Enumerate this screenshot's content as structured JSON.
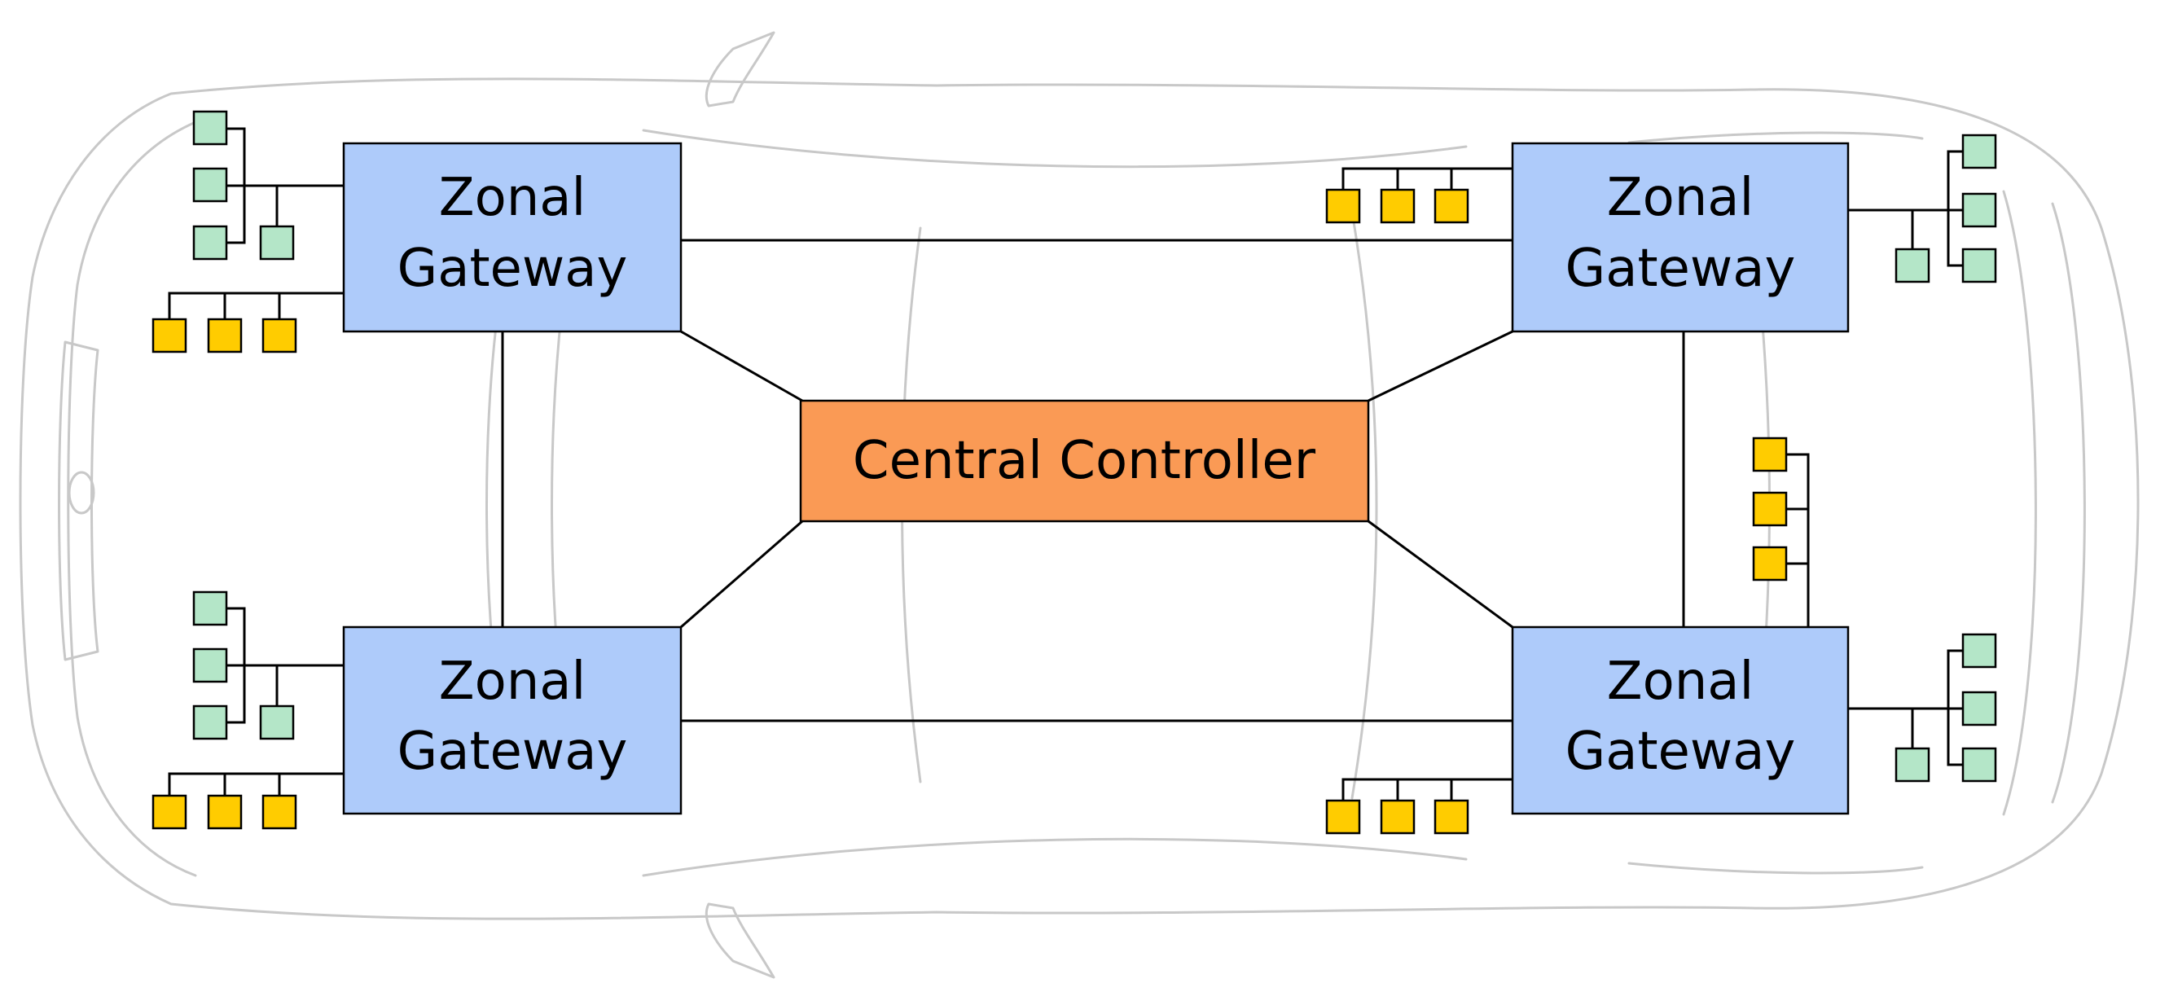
{
  "colors": {
    "gateway_fill": "#aecbfa",
    "controller_fill": "#fa9a55",
    "sensor_fill": "#b4e6c8",
    "actuator_fill": "#ffcc00",
    "car_outline": "#c8c8c8"
  },
  "central_controller": {
    "label": "Central Controller"
  },
  "gateways": [
    {
      "id": "front-left",
      "line1": "Zonal",
      "line2": "Gateway"
    },
    {
      "id": "front-right",
      "line1": "Zonal",
      "line2": "Gateway"
    },
    {
      "id": "rear-left",
      "line1": "Zonal",
      "line2": "Gateway"
    },
    {
      "id": "rear-right",
      "line1": "Zonal",
      "line2": "Gateway"
    }
  ]
}
